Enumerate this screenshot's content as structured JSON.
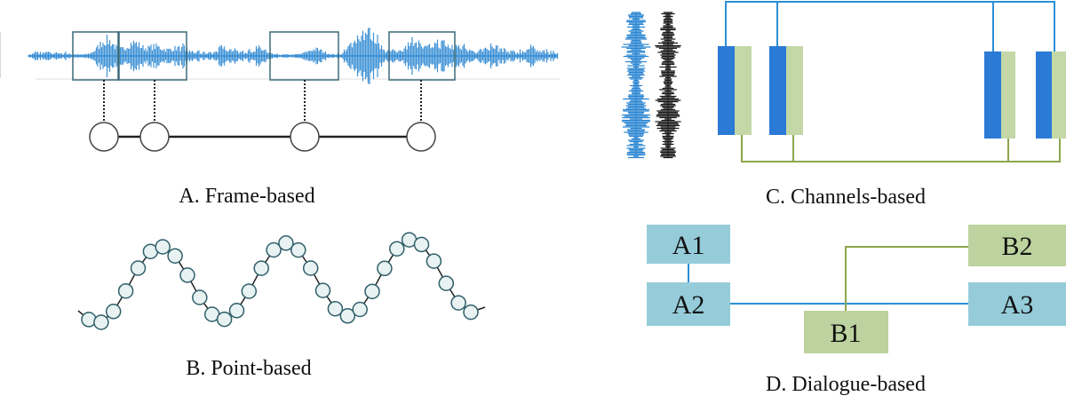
{
  "captions": {
    "frame": "A. Frame-based",
    "point": "B. Point-based",
    "channels": "C. Channels-based",
    "dialogue": "D. Dialogue-based"
  },
  "dialogue_nodes": {
    "a1": "A1",
    "a2": "A2",
    "a3": "A3",
    "b1": "B1",
    "b2": "B2"
  },
  "colors": {
    "wave_blue": "#2a86d2",
    "speaker_a": "#96ccd9",
    "speaker_b": "#bcd39f",
    "channel_blue": "#2a7ad6",
    "channel_green": "#c3d8a6",
    "line_blue": "#2b8fd6",
    "line_green": "#8ea64e",
    "node_fill": "#e8f2f2",
    "node_stroke": "#2f5f6a"
  }
}
